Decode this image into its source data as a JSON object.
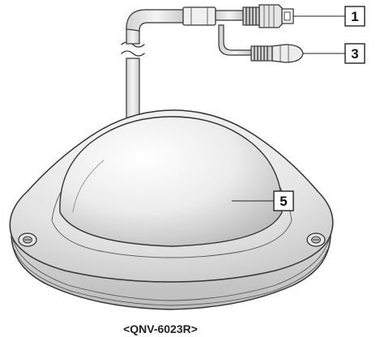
{
  "callouts": [
    {
      "number": "1"
    },
    {
      "number": "3"
    },
    {
      "number": "5"
    }
  ],
  "caption": "<QNV-6023R>",
  "colors": {
    "outline": "#333333",
    "shade_light": "#f2f2f2",
    "shade_mid": "#dcdcdc",
    "shade_dark": "#bdbdbd"
  }
}
